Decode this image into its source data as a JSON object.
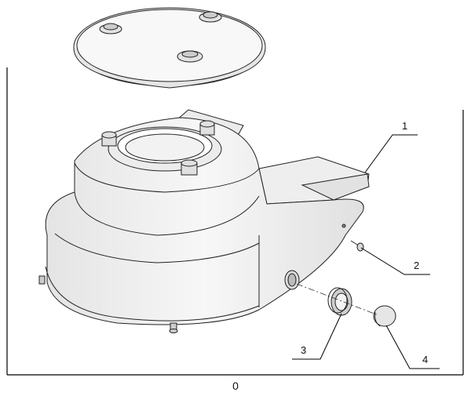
{
  "diagram": {
    "figure_number": "0",
    "callouts": [
      {
        "id": "1",
        "label": "1"
      },
      {
        "id": "2",
        "label": "2"
      },
      {
        "id": "3",
        "label": "3"
      },
      {
        "id": "4",
        "label": "4"
      }
    ]
  }
}
